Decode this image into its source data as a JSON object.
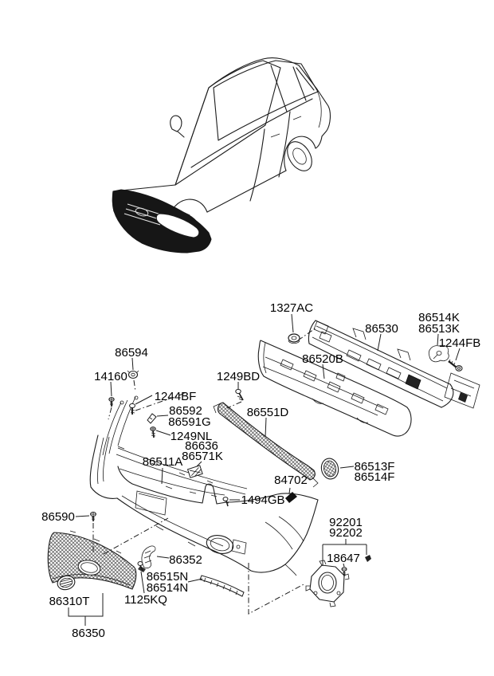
{
  "canvas": {
    "background": "#ffffff",
    "line_color": "#1c1c1c",
    "highlight_fill": "#161616"
  },
  "diagram": {
    "description_labels": [],
    "labels": [
      "1327AC",
      "86594",
      "14160",
      "1249BD",
      "86530",
      "86514K",
      "86513K",
      "1244FB",
      "86520B",
      "1244BF",
      "86592",
      "86591G",
      "1249NL",
      "86636",
      "86571K",
      "86511A",
      "86551D",
      "86513F",
      "86514F",
      "84702",
      "1494GB",
      "92201",
      "92202",
      "18647",
      "86590",
      "86352",
      "86515N",
      "86514N",
      "1125KQ",
      "86310T",
      "86350"
    ]
  }
}
